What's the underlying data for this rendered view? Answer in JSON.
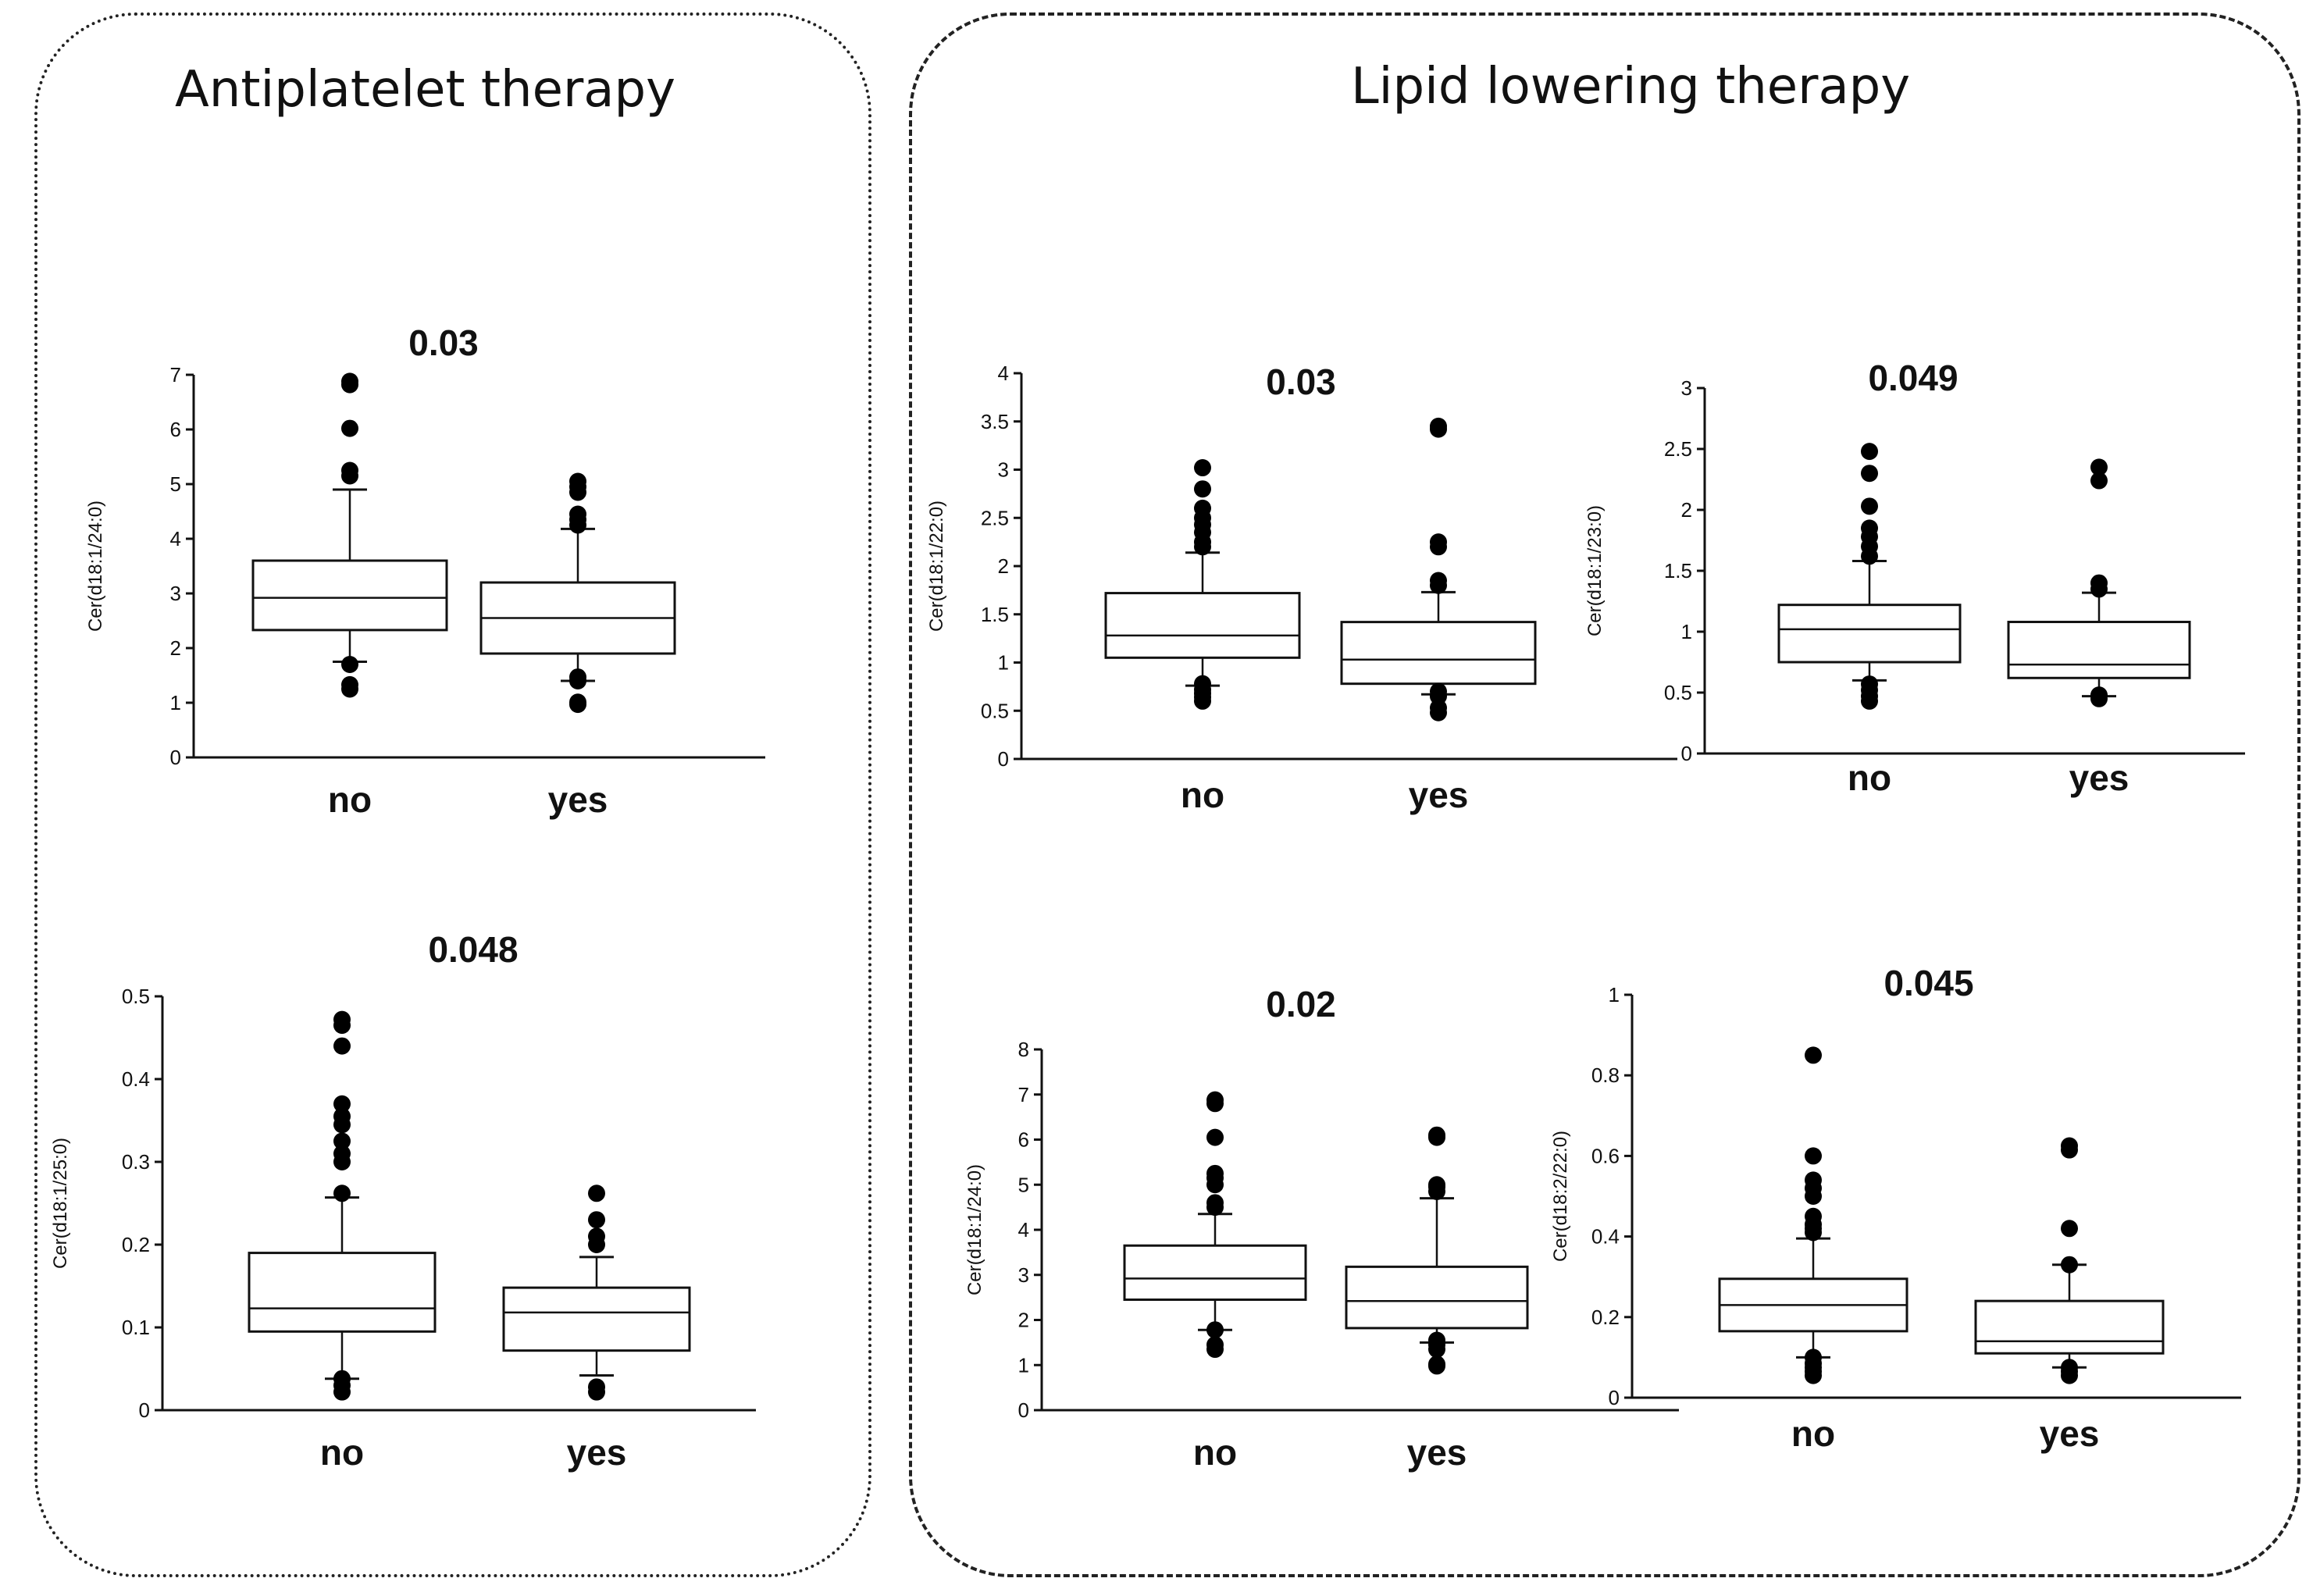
{
  "panels": {
    "left_title": "Antiplatelet therapy",
    "right_title": "Lipid lowering therapy"
  },
  "chart_data": [
    {
      "type": "box",
      "group": "Antiplatelet therapy",
      "pvalue": "0.03",
      "ylabel": "Cer(d18:1/24:0)",
      "ylim": [
        0,
        7
      ],
      "yticks": [
        "0",
        "1",
        "2",
        "3",
        "4",
        "5",
        "6",
        "7"
      ],
      "yticks_val": [
        0,
        1,
        2,
        3,
        4,
        5,
        6,
        7
      ],
      "categories": [
        "no",
        "yes"
      ],
      "boxes": [
        {
          "whisker_low": 1.75,
          "q1": 2.33,
          "median": 2.92,
          "q3": 3.6,
          "whisker_high": 4.9,
          "outliers": [
            1.25,
            1.33,
            1.7,
            5.15,
            5.25,
            6.02,
            6.82,
            6.88
          ]
        },
        {
          "whisker_low": 1.4,
          "q1": 1.9,
          "median": 2.55,
          "q3": 3.2,
          "whisker_high": 4.18,
          "outliers": [
            0.97,
            1.01,
            1.4,
            1.47,
            4.25,
            4.35,
            4.45,
            4.85,
            4.95,
            5.05
          ]
        }
      ]
    },
    {
      "type": "box",
      "group": "Antiplatelet therapy",
      "pvalue": "0.048",
      "ylabel": "Cer(d18:1/25:0)",
      "ylim": [
        0,
        0.5
      ],
      "yticks": [
        "0",
        "0.1",
        "0.2",
        "0.3",
        "0.4",
        "0.5"
      ],
      "yticks_val": [
        0,
        0.1,
        0.2,
        0.3,
        0.4,
        0.5
      ],
      "categories": [
        "no",
        "yes"
      ],
      "boxes": [
        {
          "whisker_low": 0.038,
          "q1": 0.095,
          "median": 0.123,
          "q3": 0.19,
          "whisker_high": 0.257,
          "outliers": [
            0.022,
            0.03,
            0.038,
            0.262,
            0.3,
            0.31,
            0.325,
            0.345,
            0.355,
            0.37,
            0.44,
            0.465,
            0.472
          ]
        },
        {
          "whisker_low": 0.042,
          "q1": 0.072,
          "median": 0.118,
          "q3": 0.148,
          "whisker_high": 0.185,
          "outliers": [
            0.022,
            0.028,
            0.2,
            0.21,
            0.23,
            0.262
          ]
        }
      ]
    },
    {
      "type": "box",
      "group": "Lipid lowering therapy",
      "pvalue": "0.03",
      "ylabel": "Cer(d18:1/22:0)",
      "ylim": [
        0,
        4
      ],
      "yticks": [
        "0",
        "0.5",
        "1",
        "1.5",
        "2",
        "2.5",
        "3",
        "3.5",
        "4"
      ],
      "yticks_val": [
        0,
        0.5,
        1,
        1.5,
        2,
        2.5,
        3,
        3.5,
        4
      ],
      "categories": [
        "no",
        "yes"
      ],
      "boxes": [
        {
          "whisker_low": 0.76,
          "q1": 1.05,
          "median": 1.28,
          "q3": 1.72,
          "whisker_high": 2.14,
          "outliers": [
            0.6,
            0.64,
            0.68,
            0.72,
            0.78,
            2.2,
            2.25,
            2.35,
            2.43,
            2.5,
            2.6,
            2.8,
            3.02
          ]
        },
        {
          "whisker_low": 0.67,
          "q1": 0.78,
          "median": 1.03,
          "q3": 1.42,
          "whisker_high": 1.73,
          "outliers": [
            0.48,
            0.53,
            0.65,
            0.7,
            1.8,
            1.85,
            2.2,
            2.25,
            3.42,
            3.45
          ]
        }
      ]
    },
    {
      "type": "box",
      "group": "Lipid lowering therapy",
      "pvalue": "0.049",
      "ylabel": "Cer(d18:1/23:0)",
      "ylim": [
        0,
        3
      ],
      "yticks": [
        "0",
        "0.5",
        "1",
        "1.5",
        "2",
        "2.5",
        "3"
      ],
      "yticks_val": [
        0,
        0.5,
        1,
        1.5,
        2,
        2.5,
        3
      ],
      "categories": [
        "no",
        "yes"
      ],
      "boxes": [
        {
          "whisker_low": 0.6,
          "q1": 0.75,
          "median": 1.02,
          "q3": 1.22,
          "whisker_high": 1.58,
          "outliers": [
            0.43,
            0.47,
            0.52,
            0.57,
            1.62,
            1.7,
            1.78,
            1.85,
            2.03,
            2.3,
            2.48
          ]
        },
        {
          "whisker_low": 0.47,
          "q1": 0.62,
          "median": 0.73,
          "q3": 1.08,
          "whisker_high": 1.32,
          "outliers": [
            0.45,
            0.48,
            1.35,
            1.4,
            2.24,
            2.35
          ]
        }
      ]
    },
    {
      "type": "box",
      "group": "Lipid lowering therapy",
      "pvalue": "0.02",
      "ylabel": "Cer(d18:1/24:0)",
      "ylim": [
        0,
        8
      ],
      "yticks": [
        "0",
        "1",
        "2",
        "3",
        "4",
        "5",
        "6",
        "7",
        "8"
      ],
      "yticks_val": [
        0,
        1,
        2,
        3,
        4,
        5,
        6,
        7,
        8
      ],
      "categories": [
        "no",
        "yes"
      ],
      "boxes": [
        {
          "whisker_low": 1.78,
          "q1": 2.45,
          "median": 2.92,
          "q3": 3.65,
          "whisker_high": 4.35,
          "outliers": [
            1.35,
            1.45,
            1.78,
            4.5,
            4.6,
            5,
            5.15,
            5.25,
            6.05,
            6.8,
            6.88
          ]
        },
        {
          "whisker_low": 1.5,
          "q1": 1.82,
          "median": 2.42,
          "q3": 3.18,
          "whisker_high": 4.7,
          "outliers": [
            0.98,
            1.02,
            1.35,
            1.45,
            1.55,
            4.85,
            4.95,
            5,
            6.05,
            6.1
          ]
        }
      ]
    },
    {
      "type": "box",
      "group": "Lipid lowering therapy",
      "pvalue": "0.045",
      "ylabel": "Cer(d18:2/22:0)",
      "ylim": [
        0,
        1
      ],
      "yticks": [
        "0",
        "0.2",
        "0.4",
        "0.6",
        "0.8",
        "1"
      ],
      "yticks_val": [
        0,
        0.2,
        0.4,
        0.6,
        0.8,
        1
      ],
      "categories": [
        "no",
        "yes"
      ],
      "boxes": [
        {
          "whisker_low": 0.1,
          "q1": 0.165,
          "median": 0.23,
          "q3": 0.295,
          "whisker_high": 0.395,
          "outliers": [
            0.055,
            0.065,
            0.075,
            0.085,
            0.1,
            0.41,
            0.42,
            0.43,
            0.45,
            0.5,
            0.52,
            0.54,
            0.6,
            0.85
          ]
        },
        {
          "whisker_low": 0.075,
          "q1": 0.11,
          "median": 0.14,
          "q3": 0.24,
          "whisker_high": 0.33,
          "outliers": [
            0.055,
            0.065,
            0.075,
            0.33,
            0.42,
            0.615,
            0.625
          ]
        }
      ]
    }
  ]
}
